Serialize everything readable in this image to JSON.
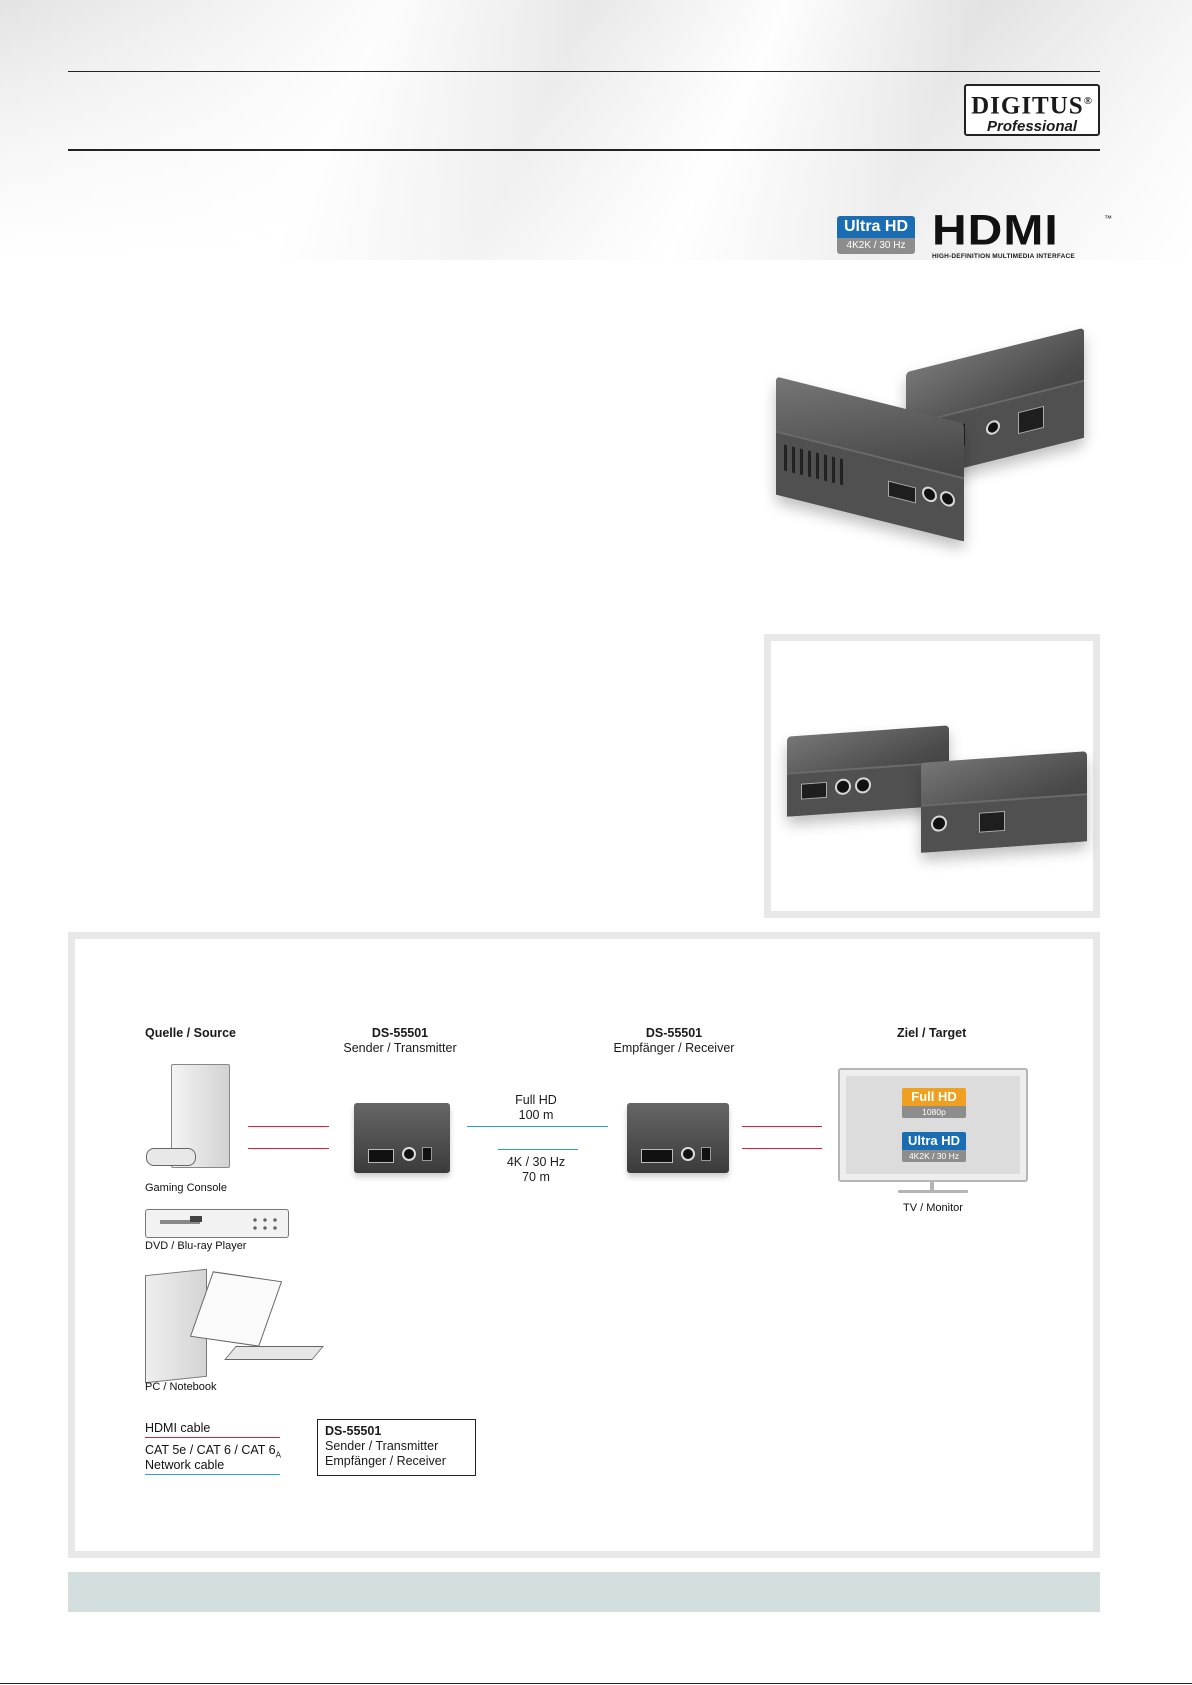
{
  "brand": {
    "logo_main": "DIGITUS",
    "logo_sub": "Professional",
    "registered": "®"
  },
  "badges": {
    "ultra_hd_title": "Ultra HD",
    "ultra_hd_sub": "4K2K / 30 Hz",
    "hdmi_logo": "HDMI",
    "hdmi_tm": "™",
    "hdmi_tagline": "HIGH-DEFINITION MULTIMEDIA INTERFACE"
  },
  "diagram": {
    "source_header": "Quelle / Source",
    "transmitter_model": "DS-55501",
    "transmitter_role": "Sender / Transmitter",
    "receiver_model": "DS-55501",
    "receiver_role": "Empfänger / Receiver",
    "target_header": "Ziel / Target",
    "link_fullhd_1": "Full HD",
    "link_fullhd_2": "100 m",
    "link_4k_1": "4K / 30 Hz",
    "link_4k_2": "70 m",
    "gaming_console": "Gaming Console",
    "dvd_player": "DVD / Blu-ray Player",
    "pc_notebook": "PC / Notebook",
    "tv_monitor": "TV / Monitor",
    "tv_badge_fullhd_title": "Full HD",
    "tv_badge_fullhd_sub": "1080p",
    "tv_badge_uhd_title": "Ultra HD",
    "tv_badge_uhd_sub": "4K2K / 30 Hz"
  },
  "legend": {
    "hdmi_cable": "HDMI cable",
    "network_cable_1_pre": "CAT 5e / CAT 6 / CAT 6",
    "network_cable_1_sub": "A",
    "network_cable_2": "Network cable",
    "box_model": "DS-55501",
    "box_line1": "Sender / Transmitter",
    "box_line2": "Empfänger / Receiver"
  },
  "colors": {
    "hdmi_cable": "#d4213d",
    "network_cable": "#2a9fd6",
    "ultra_hd_blue": "#1a6db3",
    "full_hd_orange": "#f0a020",
    "footer_bar": "#d3dfdf"
  }
}
